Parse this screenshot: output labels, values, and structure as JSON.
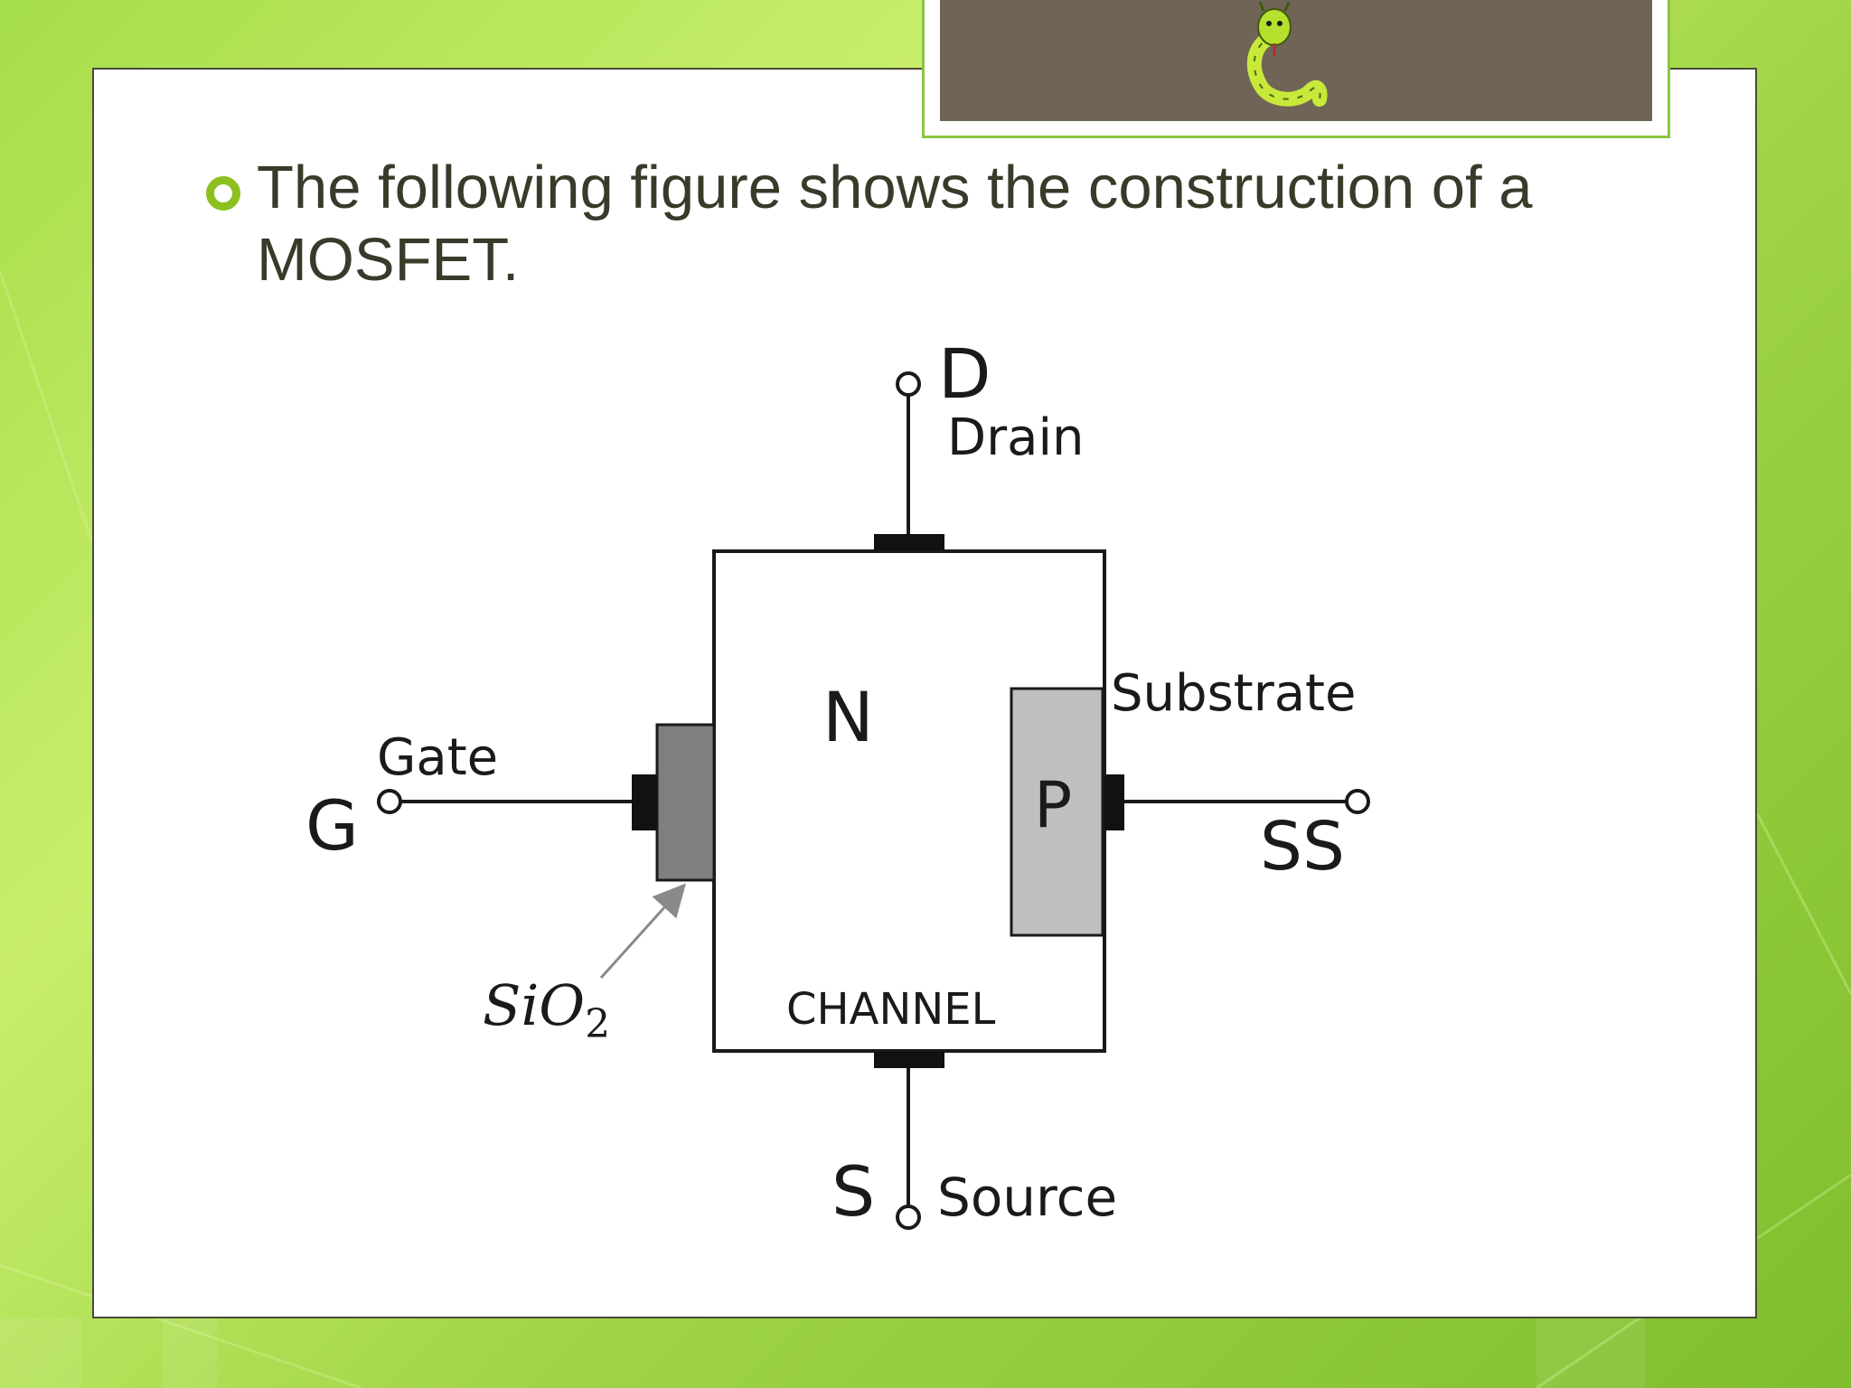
{
  "slide": {
    "bullet_text": "The following figure shows the construction of a MOSFET."
  },
  "diagram": {
    "terminals": {
      "drain_letter": "D",
      "drain_label": "Drain",
      "gate_letter": "G",
      "gate_label": "Gate",
      "source_letter": "S",
      "source_label": "Source",
      "substrate_letter": "SS",
      "substrate_label": "Substrate"
    },
    "regions": {
      "n_label": "N",
      "p_label": "P",
      "channel_label": "CHANNEL",
      "oxide_label_main": "SiO",
      "oxide_label_sub": "2"
    }
  },
  "colors": {
    "accent": "#8cc01f",
    "background": "#a6dd4a",
    "logo_bg": "#6f6456",
    "oxide_fill": "#7f7f7f",
    "p_region_fill": "#bfbfbf"
  }
}
